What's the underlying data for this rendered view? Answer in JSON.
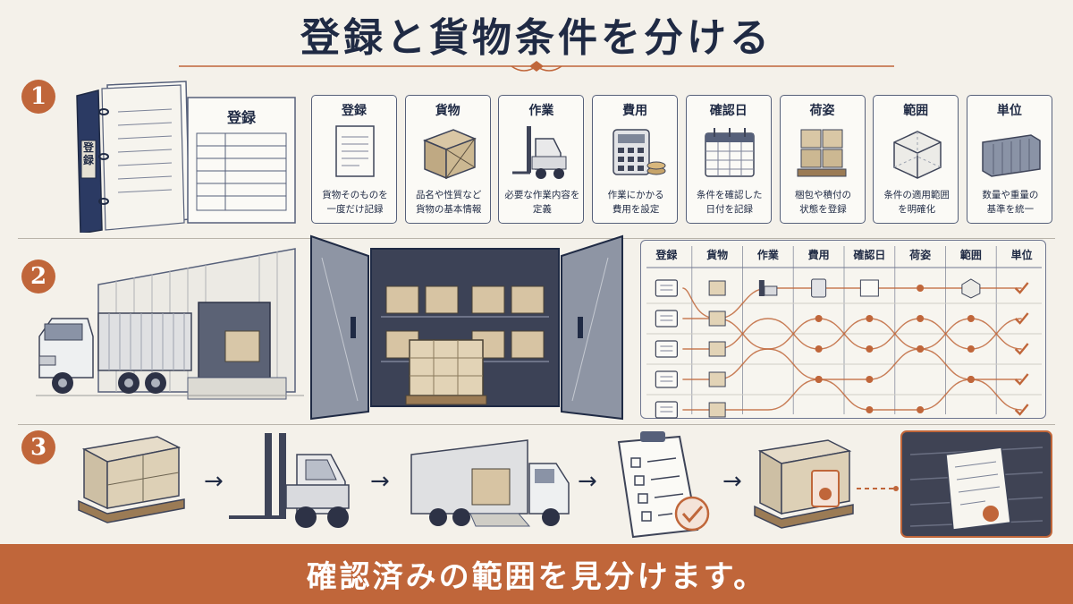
{
  "title": "登録と貨物条件を分ける",
  "steps": [
    "1",
    "2",
    "3"
  ],
  "binder": {
    "spine_label": "登録",
    "sheet_title": "登録"
  },
  "cards": [
    {
      "title": "登録",
      "icon": "document-icon",
      "desc": [
        "貨物そのものを",
        "一度だけ記録"
      ]
    },
    {
      "title": "貨物",
      "icon": "crate-icon",
      "desc": [
        "品名や性質など",
        "貨物の基本情報"
      ]
    },
    {
      "title": "作業",
      "icon": "forklift-icon",
      "desc": [
        "必要な作業内容を",
        "定義"
      ]
    },
    {
      "title": "費用",
      "icon": "calculator-icon",
      "desc": [
        "作業にかかる",
        "費用を設定"
      ]
    },
    {
      "title": "確認日",
      "icon": "calendar-icon",
      "desc": [
        "条件を確認した",
        "日付を記録"
      ]
    },
    {
      "title": "荷姿",
      "icon": "pallet-icon",
      "desc": [
        "梱包や積付の",
        "状態を登録"
      ]
    },
    {
      "title": "範囲",
      "icon": "cube-outline-icon",
      "desc": [
        "条件の適用範囲",
        "を明確化"
      ]
    },
    {
      "title": "単位",
      "icon": "container-icon",
      "desc": [
        "数量や重量の",
        "基準を統一"
      ]
    }
  ],
  "matrix": {
    "headers": [
      "登録",
      "貨物",
      "作業",
      "費用",
      "確認日",
      "荷姿",
      "範囲",
      "単位"
    ],
    "row_count": 5
  },
  "footer": "確認済みの範囲を見分けます。",
  "colors": {
    "accent": "#c0663a",
    "ink": "#1f2a44",
    "paper": "#f4f1ea"
  }
}
